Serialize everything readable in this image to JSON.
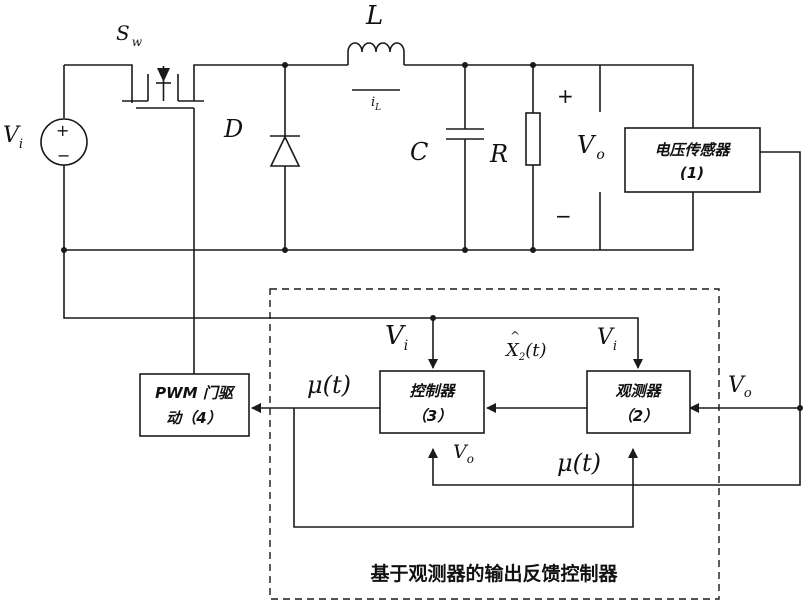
{
  "circuit": {
    "switch_label": "S",
    "switch_sub": "w",
    "inductor_label": "L",
    "inductor_current": "i",
    "inductor_current_sub": "L",
    "diode_label": "D",
    "capacitor_label": "C",
    "resistor_label": "R",
    "source_label": "V",
    "source_sub": "i",
    "output_label": "V",
    "output_sub": "o",
    "plus": "+",
    "minus": "−"
  },
  "blocks": {
    "sensor": {
      "line1": "电压传感器",
      "line2": "(1)"
    },
    "observer": {
      "line1": "观测器",
      "line2": "（2）"
    },
    "controller": {
      "line1": "控制器",
      "line2": "（3）"
    },
    "pwm": {
      "line1": "PWM 门驱",
      "line2": "动（4）"
    }
  },
  "signals": {
    "vi": "V",
    "vi_sub": "i",
    "vo": "V",
    "vo_sub": "o",
    "mu": "μ(t)",
    "x2_hat": "X",
    "x2_sub": "2",
    "x2_arg": "(t)"
  },
  "caption": "基于观测器的输出反馈控制器"
}
